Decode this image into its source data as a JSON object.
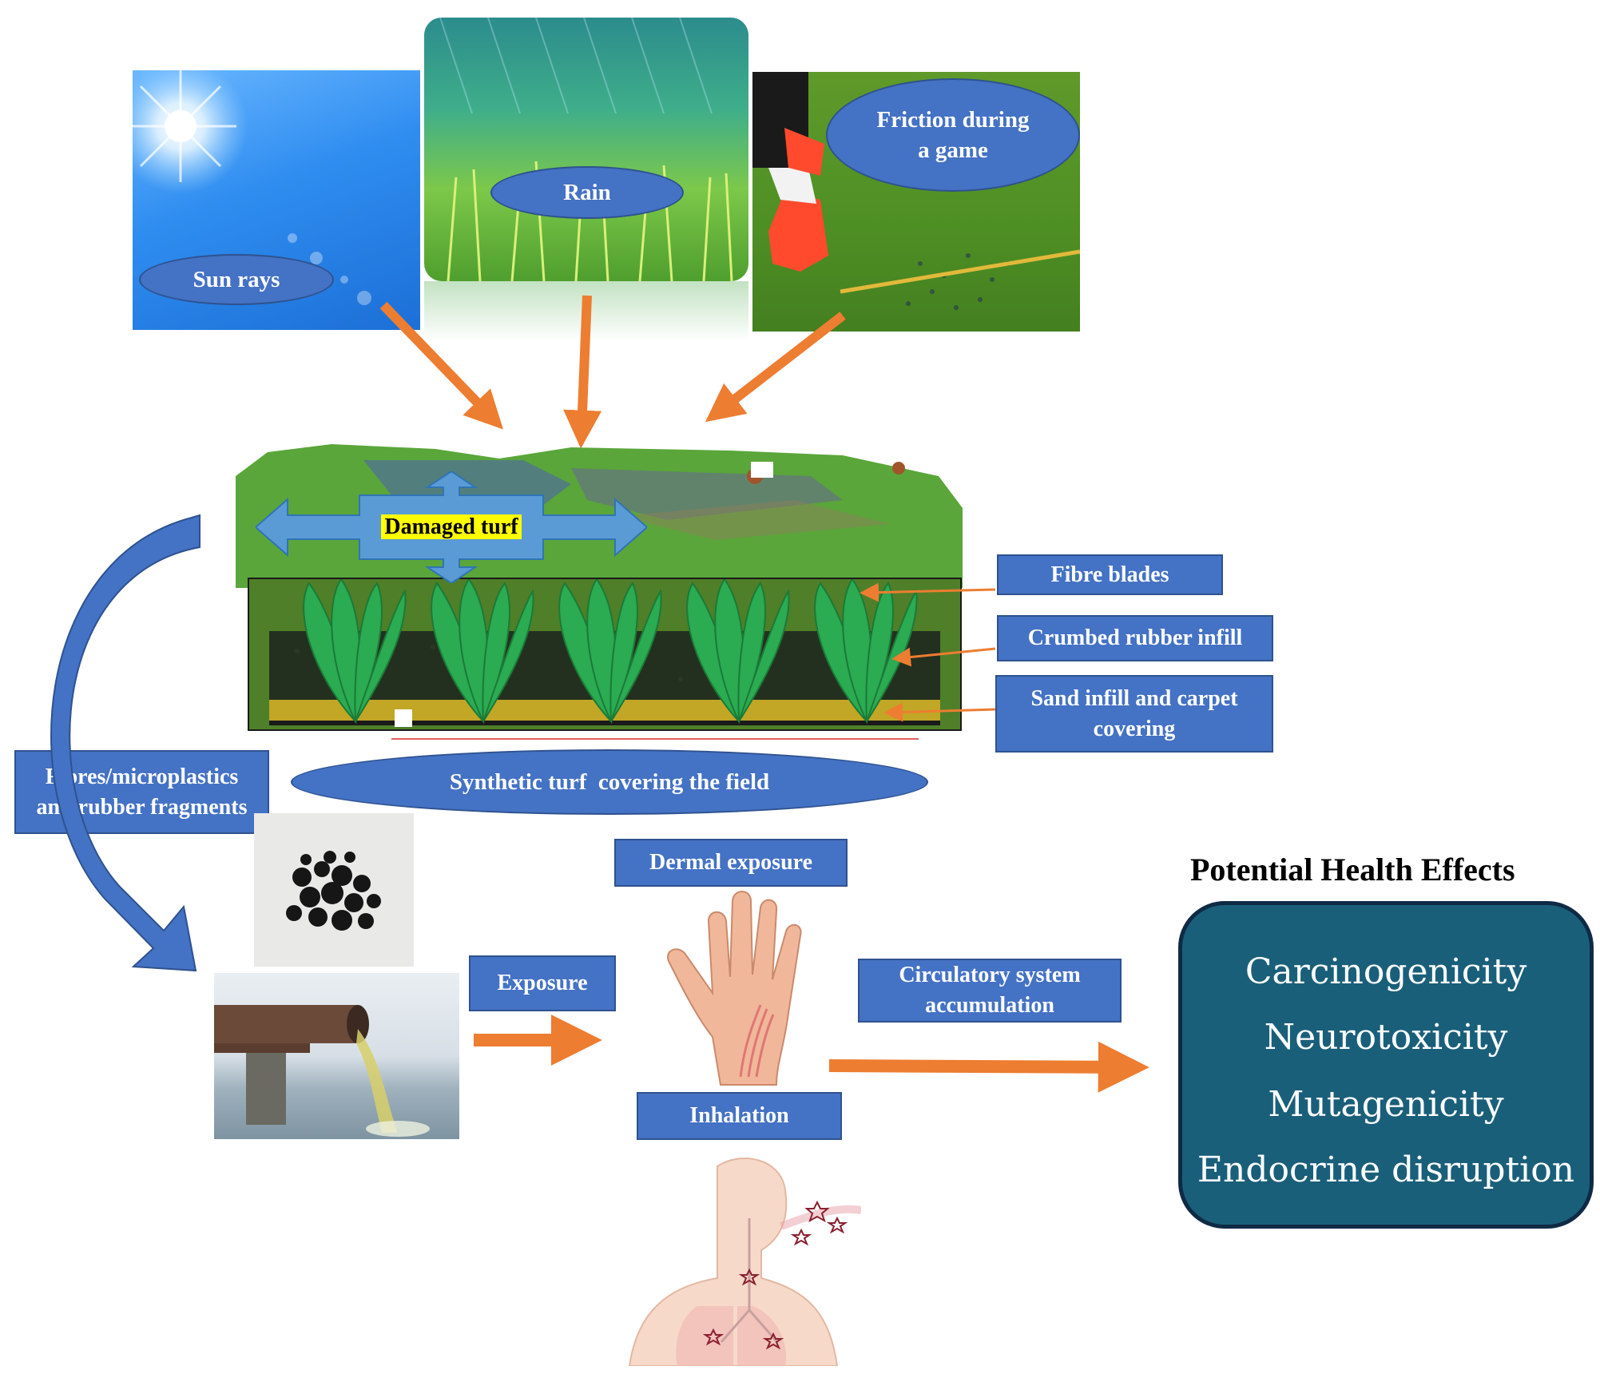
{
  "sources": {
    "sun": "Sun rays",
    "rain": "Rain",
    "friction": "Friction during a game"
  },
  "turf": {
    "damaged": "Damaged turf",
    "field_caption": "Synthetic turf  covering the field",
    "layers": {
      "fibre": "Fibre blades",
      "rubber": "Crumbed rubber infill",
      "sand": "Sand infill and carpet covering"
    }
  },
  "release": {
    "fragments": "Fibres/microplastics and rubber fragments",
    "exposure": "Exposure"
  },
  "routes": {
    "dermal": "Dermal exposure",
    "inhalation": "Inhalation",
    "circulatory": "Circulatory system accumulation"
  },
  "health": {
    "title": "Potential Health Effects",
    "effects": [
      "Carcinogenicity",
      "Neurotoxicity",
      "Mutagenicity",
      "Endocrine disruption"
    ]
  },
  "colors": {
    "box_fill": "#4472c4",
    "arrow_orange": "#ed7d31",
    "panel_fill": "#1a5f7a"
  }
}
